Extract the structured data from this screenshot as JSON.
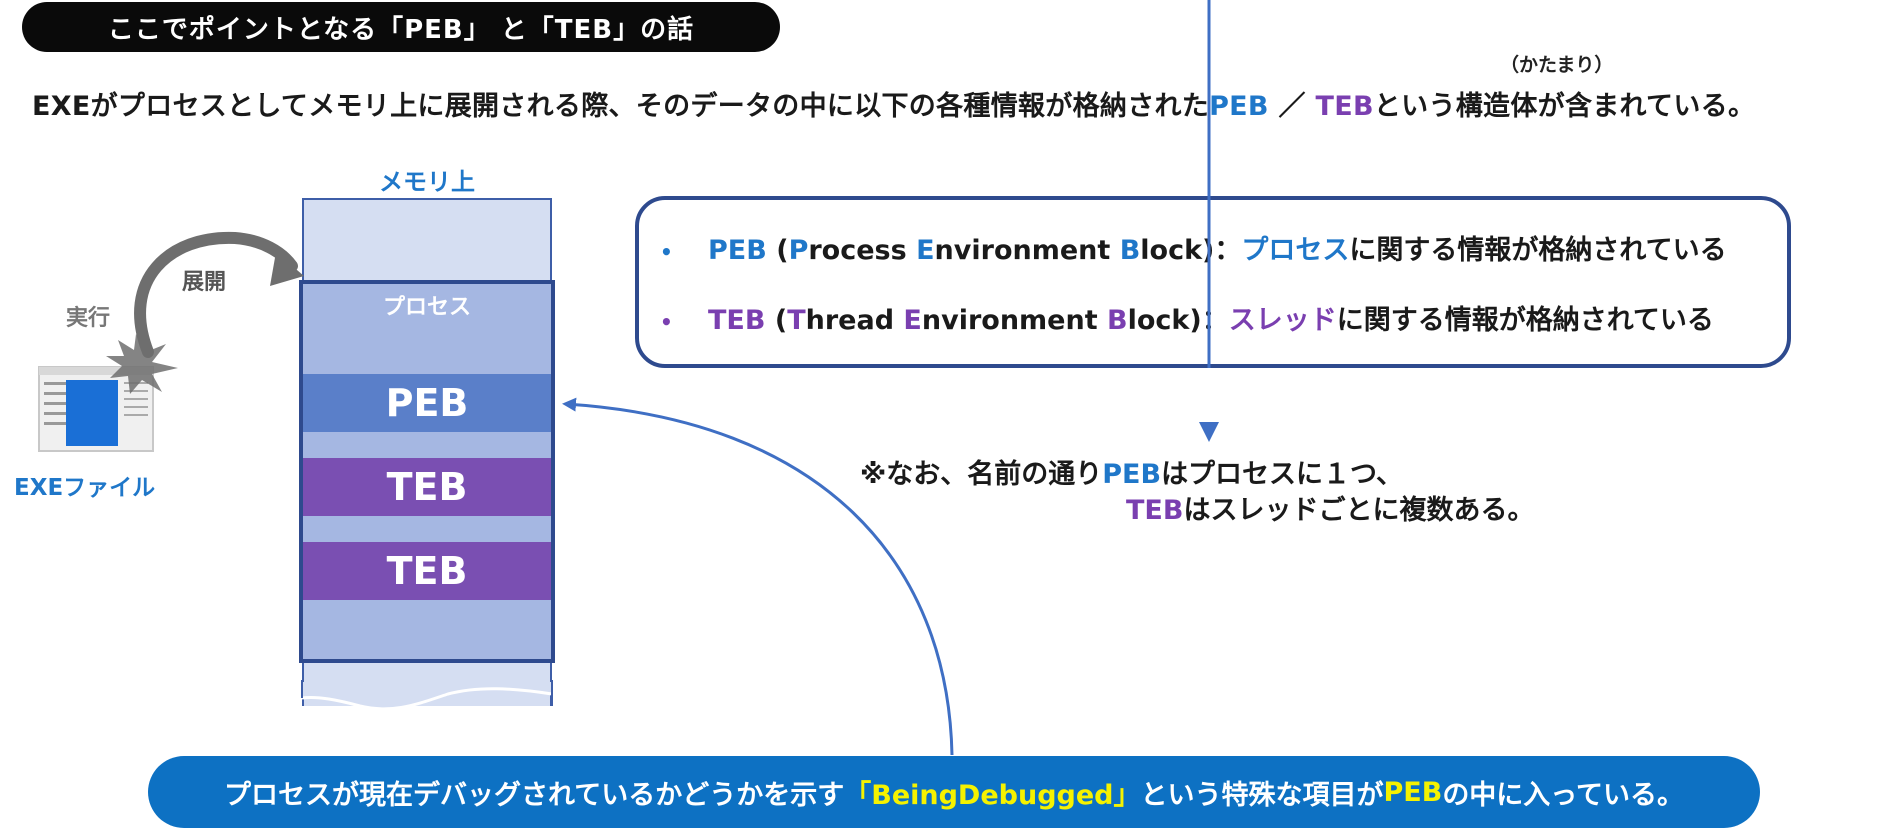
{
  "title": "ここでポイントとなる「PEB」 と「TEB」の話",
  "ruby": "（かたまり）",
  "lead": {
    "pre": "EXEがプロセスとしてメモリ上に展開される際、そのデータの中に以下の各種情報が格納された",
    "peb": "PEB",
    "slash": " ／ ",
    "teb": "TEB",
    "post": "という構造体が含まれている。"
  },
  "memory": {
    "label": "メモリ上",
    "process_label": "プロセス",
    "blocks": [
      "PEB",
      "TEB",
      "TEB"
    ]
  },
  "exe": {
    "label": "EXEファイル",
    "run_label": "実行",
    "deploy_label": "展開"
  },
  "info": {
    "peb_row": {
      "name": "PEB",
      "open": " (",
      "w1_init": "P",
      "w1_rest": "rocess ",
      "w2_init": "E",
      "w2_rest": "nvironment ",
      "w3_init": "B",
      "w3_rest": "lock",
      "close": ")：",
      "highlight": "プロセス",
      "tail": "に関する情報が格納されている"
    },
    "teb_row": {
      "name": "TEB",
      "open": " (",
      "w1_init": "T",
      "w1_rest": "hread ",
      "w2_init": "E",
      "w2_rest": "nvironment ",
      "w3_init": "B",
      "w3_rest": "lock",
      "close": ")：",
      "highlight": "スレッド",
      "tail": "に関する情報が格納されている"
    },
    "bullet": "•"
  },
  "note": {
    "line1_pre": "※なお、名前の通り",
    "line1_peb": "PEB",
    "line1_post": "はプロセスに１つ、",
    "line2_teb": "TEB",
    "line2_post": "はスレッドごとに複数ある。"
  },
  "bottom": {
    "pre": "プロセスが現在デバッグされているかどうかを示す",
    "highlight": "「BeingDebugged」",
    "mid": "という特殊な項目が",
    "peb": "PEB",
    "post": "の中に入っている。"
  },
  "colors": {
    "blue": "#1f77c9",
    "purple": "#7a3fb0",
    "yellow": "#f5f200",
    "navy": "#2e4a8e",
    "bar_blue": "#0d71c3"
  },
  "icons": [
    "exe-window-icon",
    "burst-icon",
    "curved-arrow-icon",
    "down-arrow-icon",
    "connector-arrow-icon"
  ]
}
